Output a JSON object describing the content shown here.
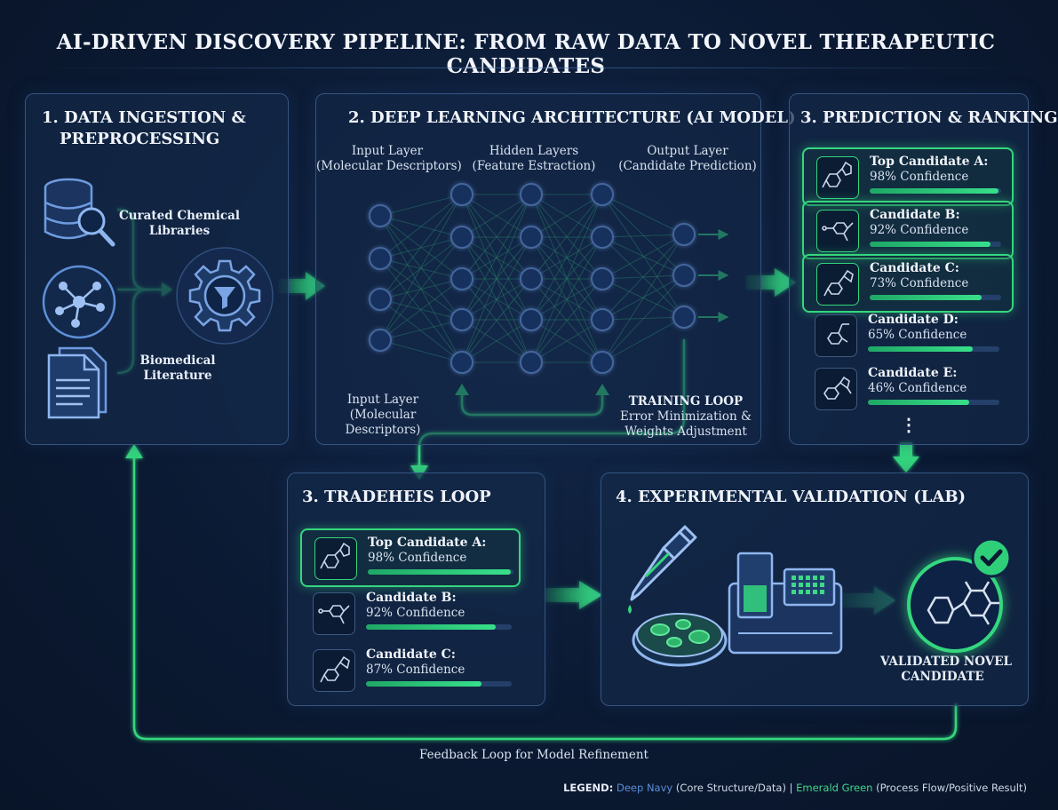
{
  "title": "AI-DRIVEN DISCOVERY PIPELINE: FROM RAW DATA TO NOVEL THERAPEUTIC CANDIDATES",
  "panel1": {
    "title_line1": "1. DATA INGESTION &",
    "title_line2": "PREPROCESSING",
    "label_top_line1": "Curated Chemical",
    "label_top_line2": "Libraries",
    "label_bottom_line1": "Biomedical",
    "label_bottom_line2": "Literature",
    "icons": [
      "database-search-icon",
      "network-icon",
      "documents-icon",
      "gear-filter-icon"
    ]
  },
  "panel2": {
    "title": "2. DEEP LEARNING ARCHITECTURE (AI MODEL)",
    "input_line1": "Input Layer",
    "input_line2": "(Molecular Descriptors)",
    "hidden_line1": "Hidden Layers",
    "hidden_line2": "(Feature Estraction)",
    "output_line1": "Output Layer",
    "output_line2": "(Candidate Prediction)",
    "lower_line1": "Input Layer",
    "lower_line2": "(Molecular",
    "lower_line3": "Descriptors)",
    "training_title": "TRAINING LOOP",
    "training_line2": "Error Minimization &",
    "training_line3": "Weights Adjustment"
  },
  "panel3": {
    "title": "3. PREDICTION & RANKING",
    "candidates": [
      {
        "name": "Top Candidate A:",
        "confidence": "98% Confidence",
        "value": 0.98,
        "highlight": true
      },
      {
        "name": "Candidate B:",
        "confidence": "92% Confidence",
        "value": 0.92,
        "highlight": true
      },
      {
        "name": "Candidate C:",
        "confidence": "73% Confidence",
        "value": 0.85,
        "highlight": true
      },
      {
        "name": "Candidate D:",
        "confidence": "65% Confidence",
        "value": 0.8,
        "highlight": false
      },
      {
        "name": "Candidate E:",
        "confidence": "46% Confidence",
        "value": 0.77,
        "highlight": false
      }
    ],
    "more": "⋮"
  },
  "panel4": {
    "title": "3. TRADEHEIS LOOP",
    "candidates": [
      {
        "name": "Top Candidate A:",
        "confidence": "98% Confidence",
        "value": 0.98,
        "highlight": true
      },
      {
        "name": "Candidate B:",
        "confidence": "92% Confidence",
        "value": 0.89,
        "highlight": false
      },
      {
        "name": "Candidate C:",
        "confidence": "87% Confidence",
        "value": 0.79,
        "highlight": false
      }
    ]
  },
  "panel5": {
    "title": "4. EXPERIMENTAL VALIDATION (LAB)",
    "result_line1": "VALIDATED NOVEL",
    "result_line2": "CANDIDATE",
    "icons": [
      "pipette-icon",
      "petri-dish-icon",
      "lab-instrument-icon",
      "validated-molecule-icon",
      "checkmark-icon"
    ]
  },
  "feedback": "Feedback Loop for Model Refinement",
  "legend": {
    "label": "LEGEND:",
    "navy": "Deep Navy",
    "navy_desc": " (Core Structure/Data) | ",
    "green": "Emerald Green",
    "green_desc": " (Process Flow/Positive Result)"
  },
  "colors": {
    "navy": "#0b1a33",
    "panel_border": "#35557f",
    "green": "#34d77e",
    "node": "#6ea8ff"
  }
}
